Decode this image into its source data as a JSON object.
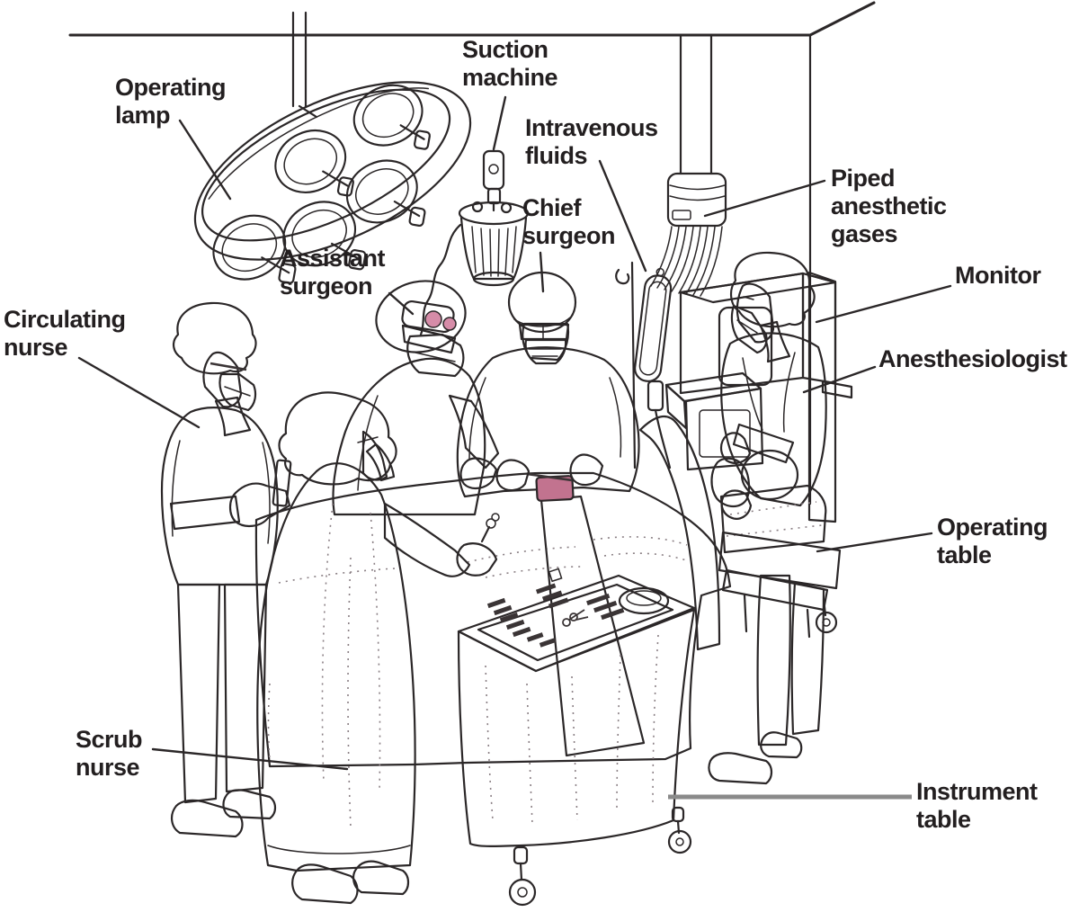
{
  "diagram": {
    "labels": {
      "operating_lamp": "Operating\nlamp",
      "suction_machine": "Suction\nmachine",
      "intravenous_fluids": "Intravenous\nfluids",
      "chief_surgeon": "Chief\nsurgeon",
      "assistant_surgeon": "Assistant\nsurgeon",
      "piped_anesthetic_gases": "Piped\nanesthetic\ngases",
      "monitor": "Monitor",
      "anesthesiologist": "Anesthesiologist",
      "circulating_nurse": "Circulating\nnurse",
      "operating_table": "Operating\ntable",
      "scrub_nurse": "Scrub\nnurse",
      "instrument_table": "Instrument\ntable"
    },
    "colors": {
      "line": "#2b2728",
      "text": "#231f20",
      "scrubs_gray": "#dcdcd9",
      "skin_pink": "#efb2c3",
      "accent_pink": "#e299b4",
      "deep_pink": "#c2738f",
      "drape_pink": "#f9e9ef",
      "pillow_pink": "#f7e3ea",
      "tray_gray": "#b4b4b1",
      "leader_gray": "#8a8a8a",
      "background": "#ffffff"
    }
  }
}
